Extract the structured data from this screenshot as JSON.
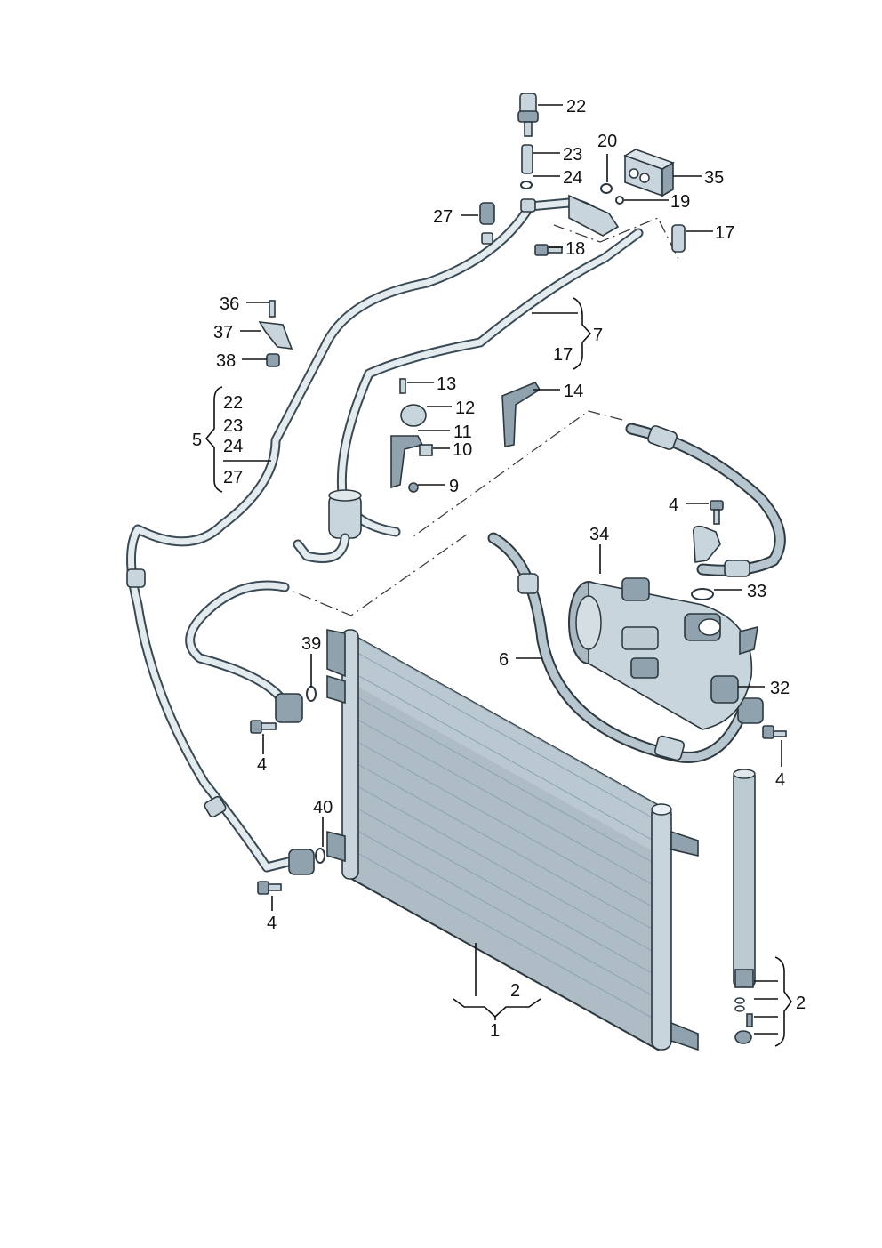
{
  "callouts": {
    "c22": "22",
    "c23": "23",
    "c24": "24",
    "c20": "20",
    "c35": "35",
    "c19": "19",
    "c27": "27",
    "c17": "17",
    "c18": "18",
    "c36": "36",
    "c37": "37",
    "c38": "38",
    "c7": "7",
    "c7_17": "17",
    "c13": "13",
    "c12": "12",
    "c11": "11",
    "c10": "10",
    "c9": "9",
    "c14": "14",
    "c5": "5",
    "g5_22": "22",
    "g5_23": "23",
    "g5_24": "24",
    "g5_27": "27",
    "c4_top": "4",
    "c34": "34",
    "c33": "33",
    "c39": "39",
    "c4_left": "4",
    "c6": "6",
    "c32": "32",
    "c4_right": "4",
    "c40": "40",
    "c4_bottom": "4",
    "c2_cond": "2",
    "c1": "1",
    "c2_dryer": "2"
  }
}
